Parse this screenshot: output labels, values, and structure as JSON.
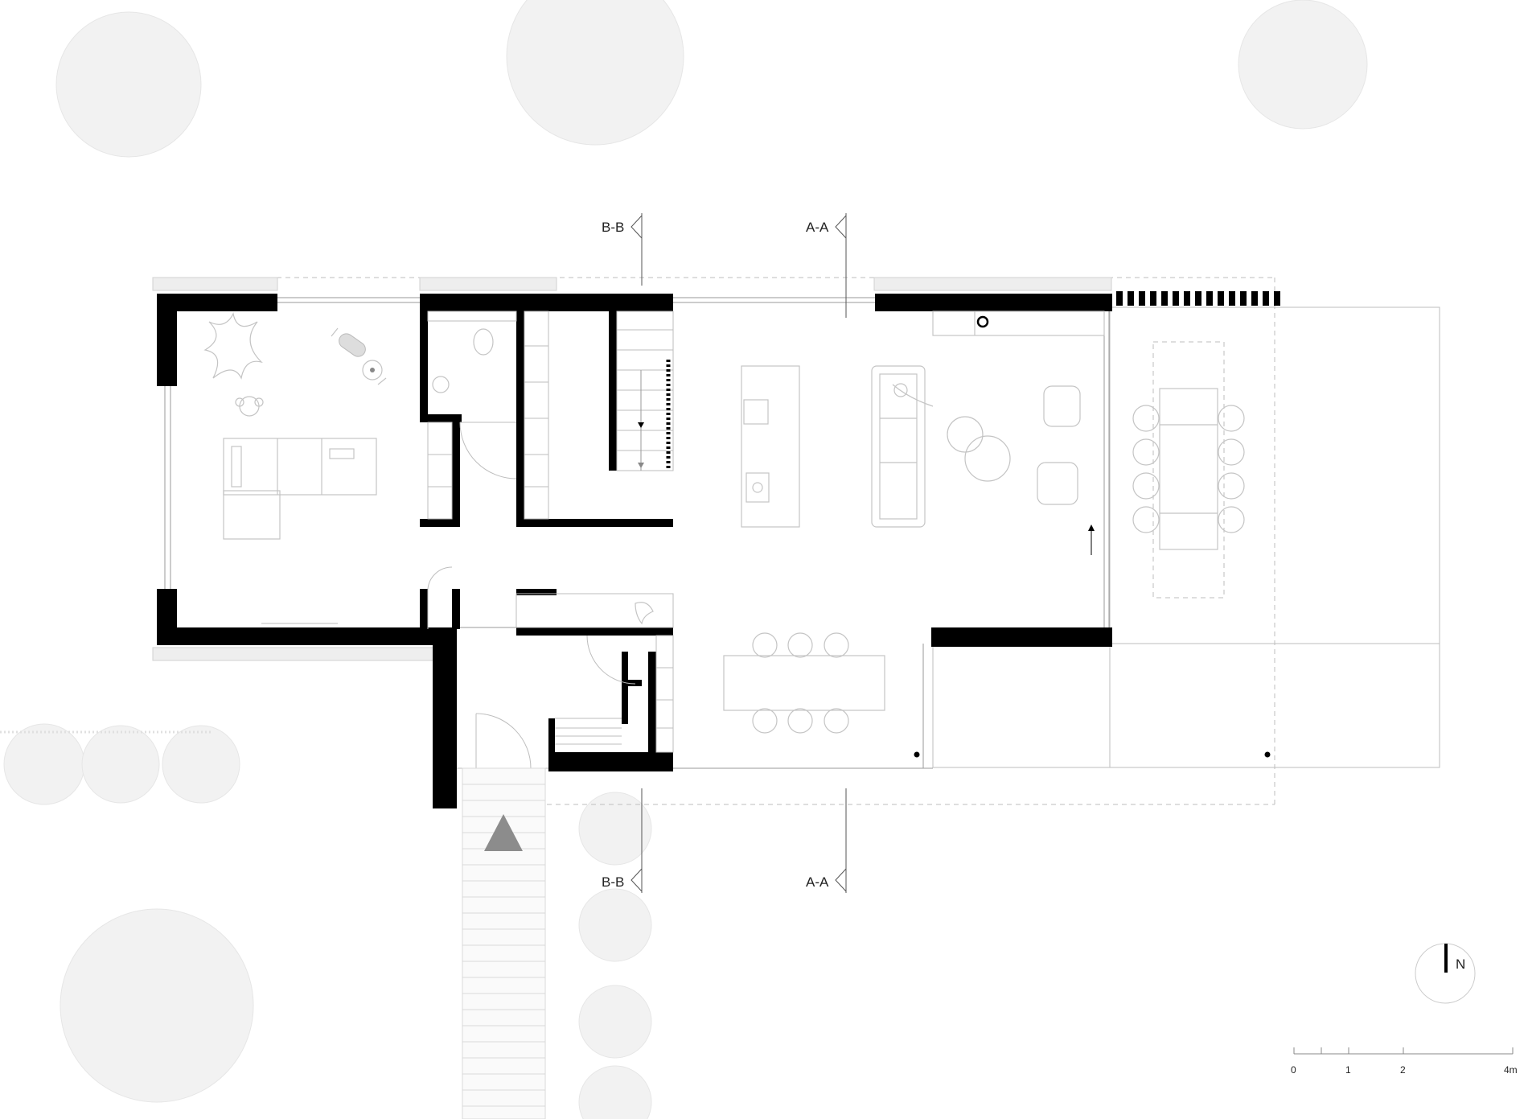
{
  "section_marks": {
    "bb_label": "B-B",
    "aa_label": "A-A"
  },
  "north": {
    "label": "N"
  },
  "scale_bar": {
    "ticks": [
      "0",
      "1",
      "2",
      "4m"
    ]
  },
  "colors": {
    "wall": "#000000",
    "thin_line": "#bdbdbd",
    "entrance_arrow": "#8c8c8c",
    "tree_fill": "#f2f2f2"
  }
}
